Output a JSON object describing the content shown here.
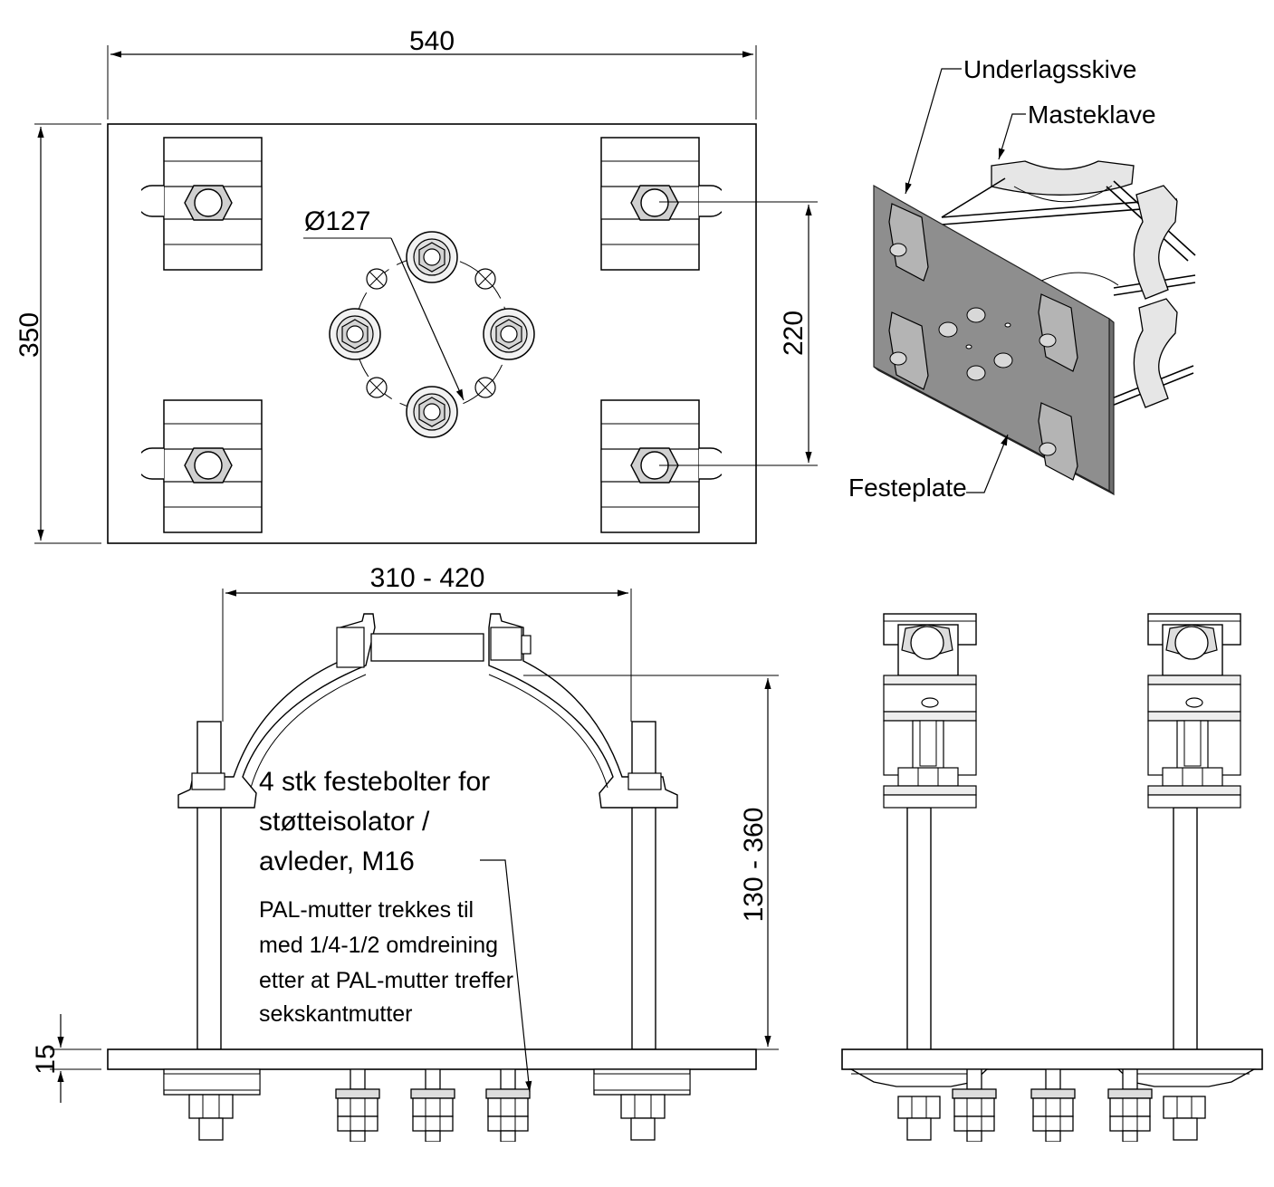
{
  "dimensions": {
    "plate_width": "540",
    "plate_height": "350",
    "bolt_circle": "Ø127",
    "clamp_spacing": "220",
    "mast_range": "310 - 420",
    "height_range": "130 - 360",
    "plate_thickness": "15"
  },
  "labels": {
    "washer": "Underlagsskive",
    "clamp": "Masteklave",
    "plate": "Festeplate"
  },
  "notes": {
    "bolts": [
      "4 stk festebolter for",
      "støtteisolator /",
      "avleder, M16"
    ],
    "pal_nut": [
      "PAL-mutter trekkes til",
      "med 1/4-1/2 omdreining",
      "etter at PAL-mutter treffer",
      "sekskantmutter"
    ]
  }
}
